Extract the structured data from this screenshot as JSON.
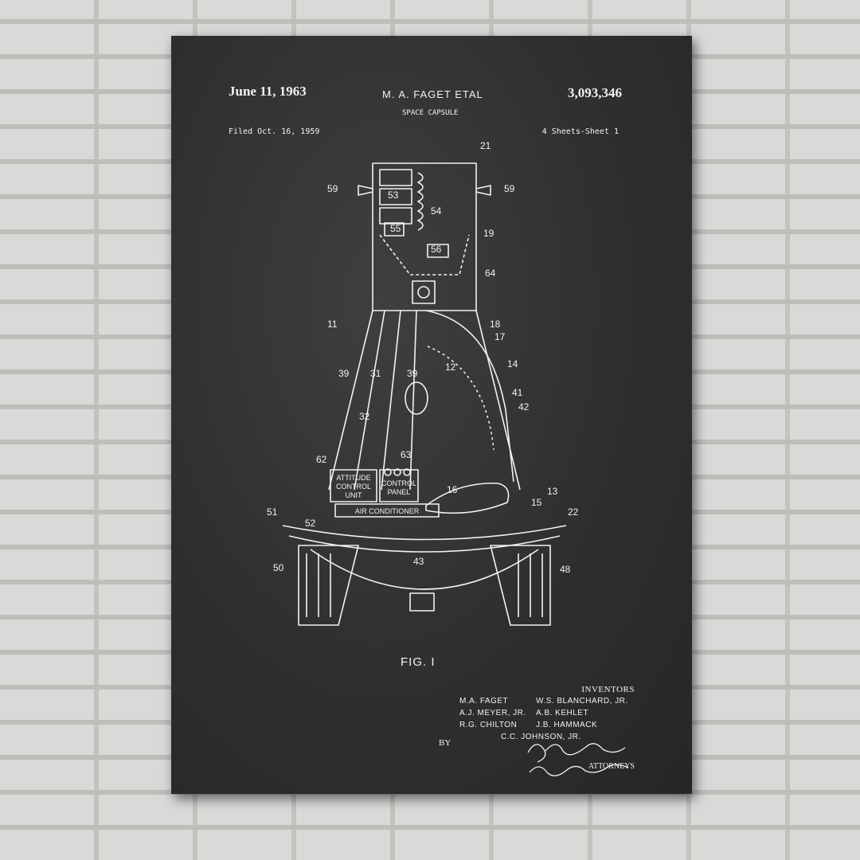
{
  "header": {
    "date": "June 11, 1963",
    "inventor": "M. A. FAGET ETAL",
    "patent_number": "3,093,346",
    "title": "SPACE CAPSULE",
    "filed": "Filed Oct. 16, 1959",
    "sheets": "4 Sheets-Sheet 1"
  },
  "figure_label": "FIG. I",
  "reference_labels": [
    "21",
    "59",
    "59",
    "53",
    "54",
    "55",
    "56",
    "19",
    "64",
    "11",
    "18",
    "17",
    "12",
    "14",
    "39",
    "31",
    "39",
    "41",
    "42",
    "32",
    "62",
    "63",
    "16",
    "13",
    "15",
    "22",
    "51",
    "52",
    "43",
    "50",
    "48"
  ],
  "component_labels": {
    "attitude": [
      "ATTITUDE",
      "CONTROL",
      "UNIT"
    ],
    "control": [
      "CONTROL",
      "PANEL"
    ],
    "air": "AIR CONDITIONER"
  },
  "inventors": {
    "heading": "INVENTORS",
    "left": [
      "M.A. FAGET",
      "A.J. MEYER, JR.",
      "R.G. CHILTON"
    ],
    "right": [
      "W.S. BLANCHARD, JR.",
      "A.B. KEHLET",
      "J.B. HAMMACK"
    ],
    "last": "C.C. JOHNSON, JR."
  },
  "by": "BY",
  "attorneys": "ATTORNEYS",
  "colors": {
    "board": "#2f2f2f",
    "chalk": "#f2f2ee",
    "wall": "#d9d9d7"
  }
}
